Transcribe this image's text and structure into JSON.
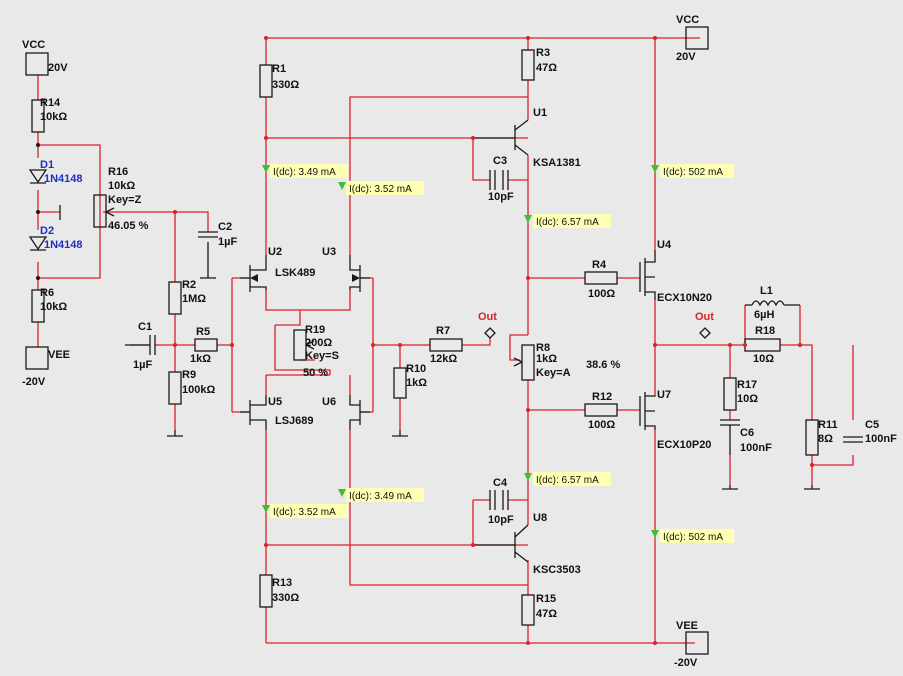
{
  "supplies": {
    "vcc_left": {
      "name": "VCC",
      "value": "20V"
    },
    "vee_left": {
      "name": "VEE",
      "value": "-20V"
    },
    "vcc_right": {
      "name": "VCC",
      "value": "20V"
    },
    "vee_right": {
      "name": "VEE",
      "value": "-20V"
    }
  },
  "components": {
    "R14": {
      "ref": "R14",
      "value": "10kΩ"
    },
    "D1": {
      "ref": "D1",
      "value": "1N4148"
    },
    "D2": {
      "ref": "D2",
      "value": "1N4148"
    },
    "R6": {
      "ref": "R6",
      "value": "10kΩ"
    },
    "R16": {
      "ref": "R16",
      "value": "10kΩ",
      "key": "Key=Z",
      "pct": "46.05 %"
    },
    "C2": {
      "ref": "C2",
      "value": "1µF"
    },
    "R2": {
      "ref": "R2",
      "value": "1MΩ"
    },
    "C1": {
      "ref": "C1",
      "value": "1µF"
    },
    "R5": {
      "ref": "R5",
      "value": "1kΩ"
    },
    "R9": {
      "ref": "R9",
      "value": "100kΩ"
    },
    "R1": {
      "ref": "R1",
      "value": "330Ω"
    },
    "U2": {
      "ref": "U2"
    },
    "U3": {
      "ref": "U3"
    },
    "LSK489": {
      "ref": "LSK489"
    },
    "R19": {
      "ref": "R19",
      "value": "200Ω",
      "key": "Key=S",
      "pct": "50 %"
    },
    "U5": {
      "ref": "U5"
    },
    "U6": {
      "ref": "U6"
    },
    "LSJ689": {
      "ref": "LSJ689"
    },
    "R13": {
      "ref": "R13",
      "value": "330Ω"
    },
    "R10": {
      "ref": "R10",
      "value": "1kΩ"
    },
    "R7": {
      "ref": "R7",
      "value": "12kΩ"
    },
    "R3": {
      "ref": "R3",
      "value": "47Ω"
    },
    "U1": {
      "ref": "U1",
      "part": "KSA1381"
    },
    "C3": {
      "ref": "C3",
      "value": "10pF"
    },
    "R8": {
      "ref": "R8",
      "value": "1kΩ",
      "key": "Key=A",
      "pct": "38.6 %"
    },
    "C4": {
      "ref": "C4",
      "value": "10pF"
    },
    "U8": {
      "ref": "U8",
      "part": "KSC3503"
    },
    "R15": {
      "ref": "R15",
      "value": "47Ω"
    },
    "R4": {
      "ref": "R4",
      "value": "100Ω"
    },
    "R12": {
      "ref": "R12",
      "value": "100Ω"
    },
    "U4": {
      "ref": "U4",
      "part": "ECX10N20"
    },
    "U7": {
      "ref": "U7",
      "part": "ECX10P20"
    },
    "L1": {
      "ref": "L1",
      "value": "6µH"
    },
    "R18": {
      "ref": "R18",
      "value": "10Ω"
    },
    "R17": {
      "ref": "R17",
      "value": "10Ω"
    },
    "C6": {
      "ref": "C6",
      "value": "100nF"
    },
    "R11": {
      "ref": "R11",
      "value": "8Ω"
    },
    "C5": {
      "ref": "C5",
      "value": "100nF"
    }
  },
  "nets": {
    "out_mid": "Out",
    "out_right": "Out"
  },
  "probes": {
    "p1": "I(dc): 3.49 mA",
    "p2": "I(dc): 3.52 mA",
    "p3": "I(dc): 6.57 mA",
    "p4": "I(dc): 502 mA",
    "p5": "I(dc): 3.49 mA",
    "p6": "I(dc): 3.52 mA",
    "p7": "I(dc): 6.57 mA",
    "p8": "I(dc): 502 mA"
  },
  "colors": {
    "wire": "#d8232a",
    "component": "#1a1a1a",
    "diode_label": "#1f2fc4",
    "probe_bg": "#ffffb4",
    "probe_arrow": "#3fbf2f",
    "background": "#e9e9e9"
  }
}
